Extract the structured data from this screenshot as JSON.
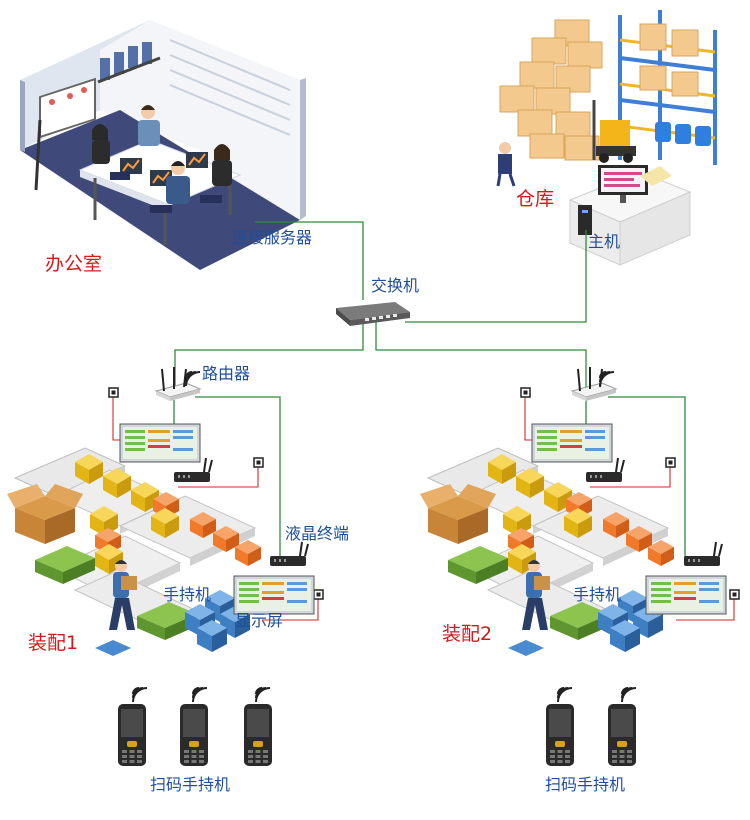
{
  "labels": {
    "office": "办公室",
    "warehouse": "仓库",
    "host": "主机",
    "connect_server": "连接服务器",
    "switch": "交换机",
    "router": "路由器",
    "lcd_terminal": "液晶终端",
    "handheld_1": "手持机",
    "handheld_2": "手持机",
    "display_screen": "显示屏",
    "assembly_1": "装配1",
    "assembly_2": "装配2",
    "scan_handheld_1": "扫码手持机",
    "scan_handheld_2": "扫码手持机"
  },
  "colors": {
    "label_blue": "#1f4e9c",
    "label_red": "#d31a1a",
    "network_line": "#2e8b3a",
    "signal_line": "#d32a2a",
    "box_yellow": "#f2c21b",
    "box_orange": "#f07a2a",
    "box_blue": "#3d7fc2",
    "conveyor_green": "#6ea83a"
  },
  "icons": [
    "office-scene-icon",
    "warehouse-scene-icon",
    "host-computer-icon",
    "network-switch-icon",
    "router-icon",
    "lcd-terminal-icon",
    "monitor-screen-icon",
    "conveyor-line-icon",
    "worker-icon",
    "scan-handheld-icon",
    "wifi-signal-icon"
  ]
}
